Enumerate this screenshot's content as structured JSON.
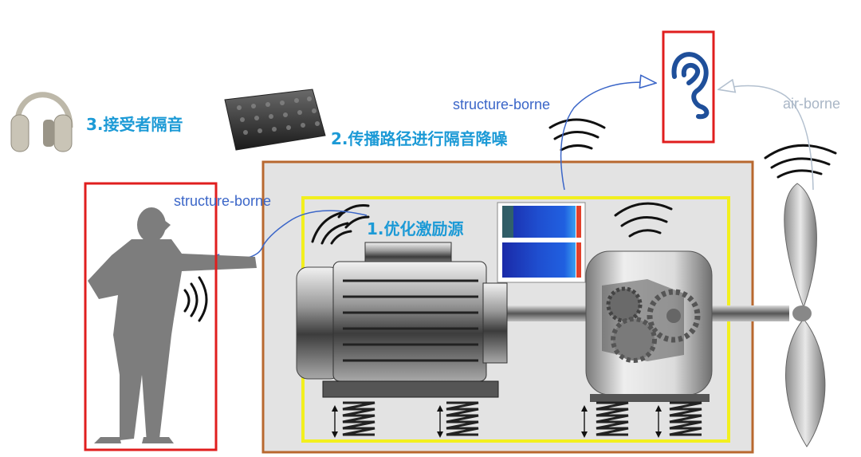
{
  "labels": {
    "receiver": "3.接受者隔音",
    "path": "2.传播路径进行隔音降噪",
    "source": "1.优化激励源",
    "structure_left": "structure-borne",
    "structure_top": "structure-borne",
    "air": "air-borne"
  },
  "icons": {
    "headphones": "headphones-icon",
    "foam": "acoustic-foam-icon",
    "ear": "ear-icon",
    "person": "person-silhouette-icon",
    "motor": "electric-motor-icon",
    "gearbox": "gearbox-icon",
    "propeller": "propeller-icon",
    "spectrogram": "spectrogram-icon",
    "springs": "vibration-spring-icon",
    "waves": "sound-wave-icon"
  },
  "colors": {
    "label_blue": "#1c9ad6",
    "structure_text": "#3b66c8",
    "air_text": "#a9b6c6",
    "frame_orange": "#b8682f",
    "frame_yellow": "#f2ef1e",
    "highlight_red": "#e01e1e",
    "ear_blue": "#1f4f9a"
  }
}
